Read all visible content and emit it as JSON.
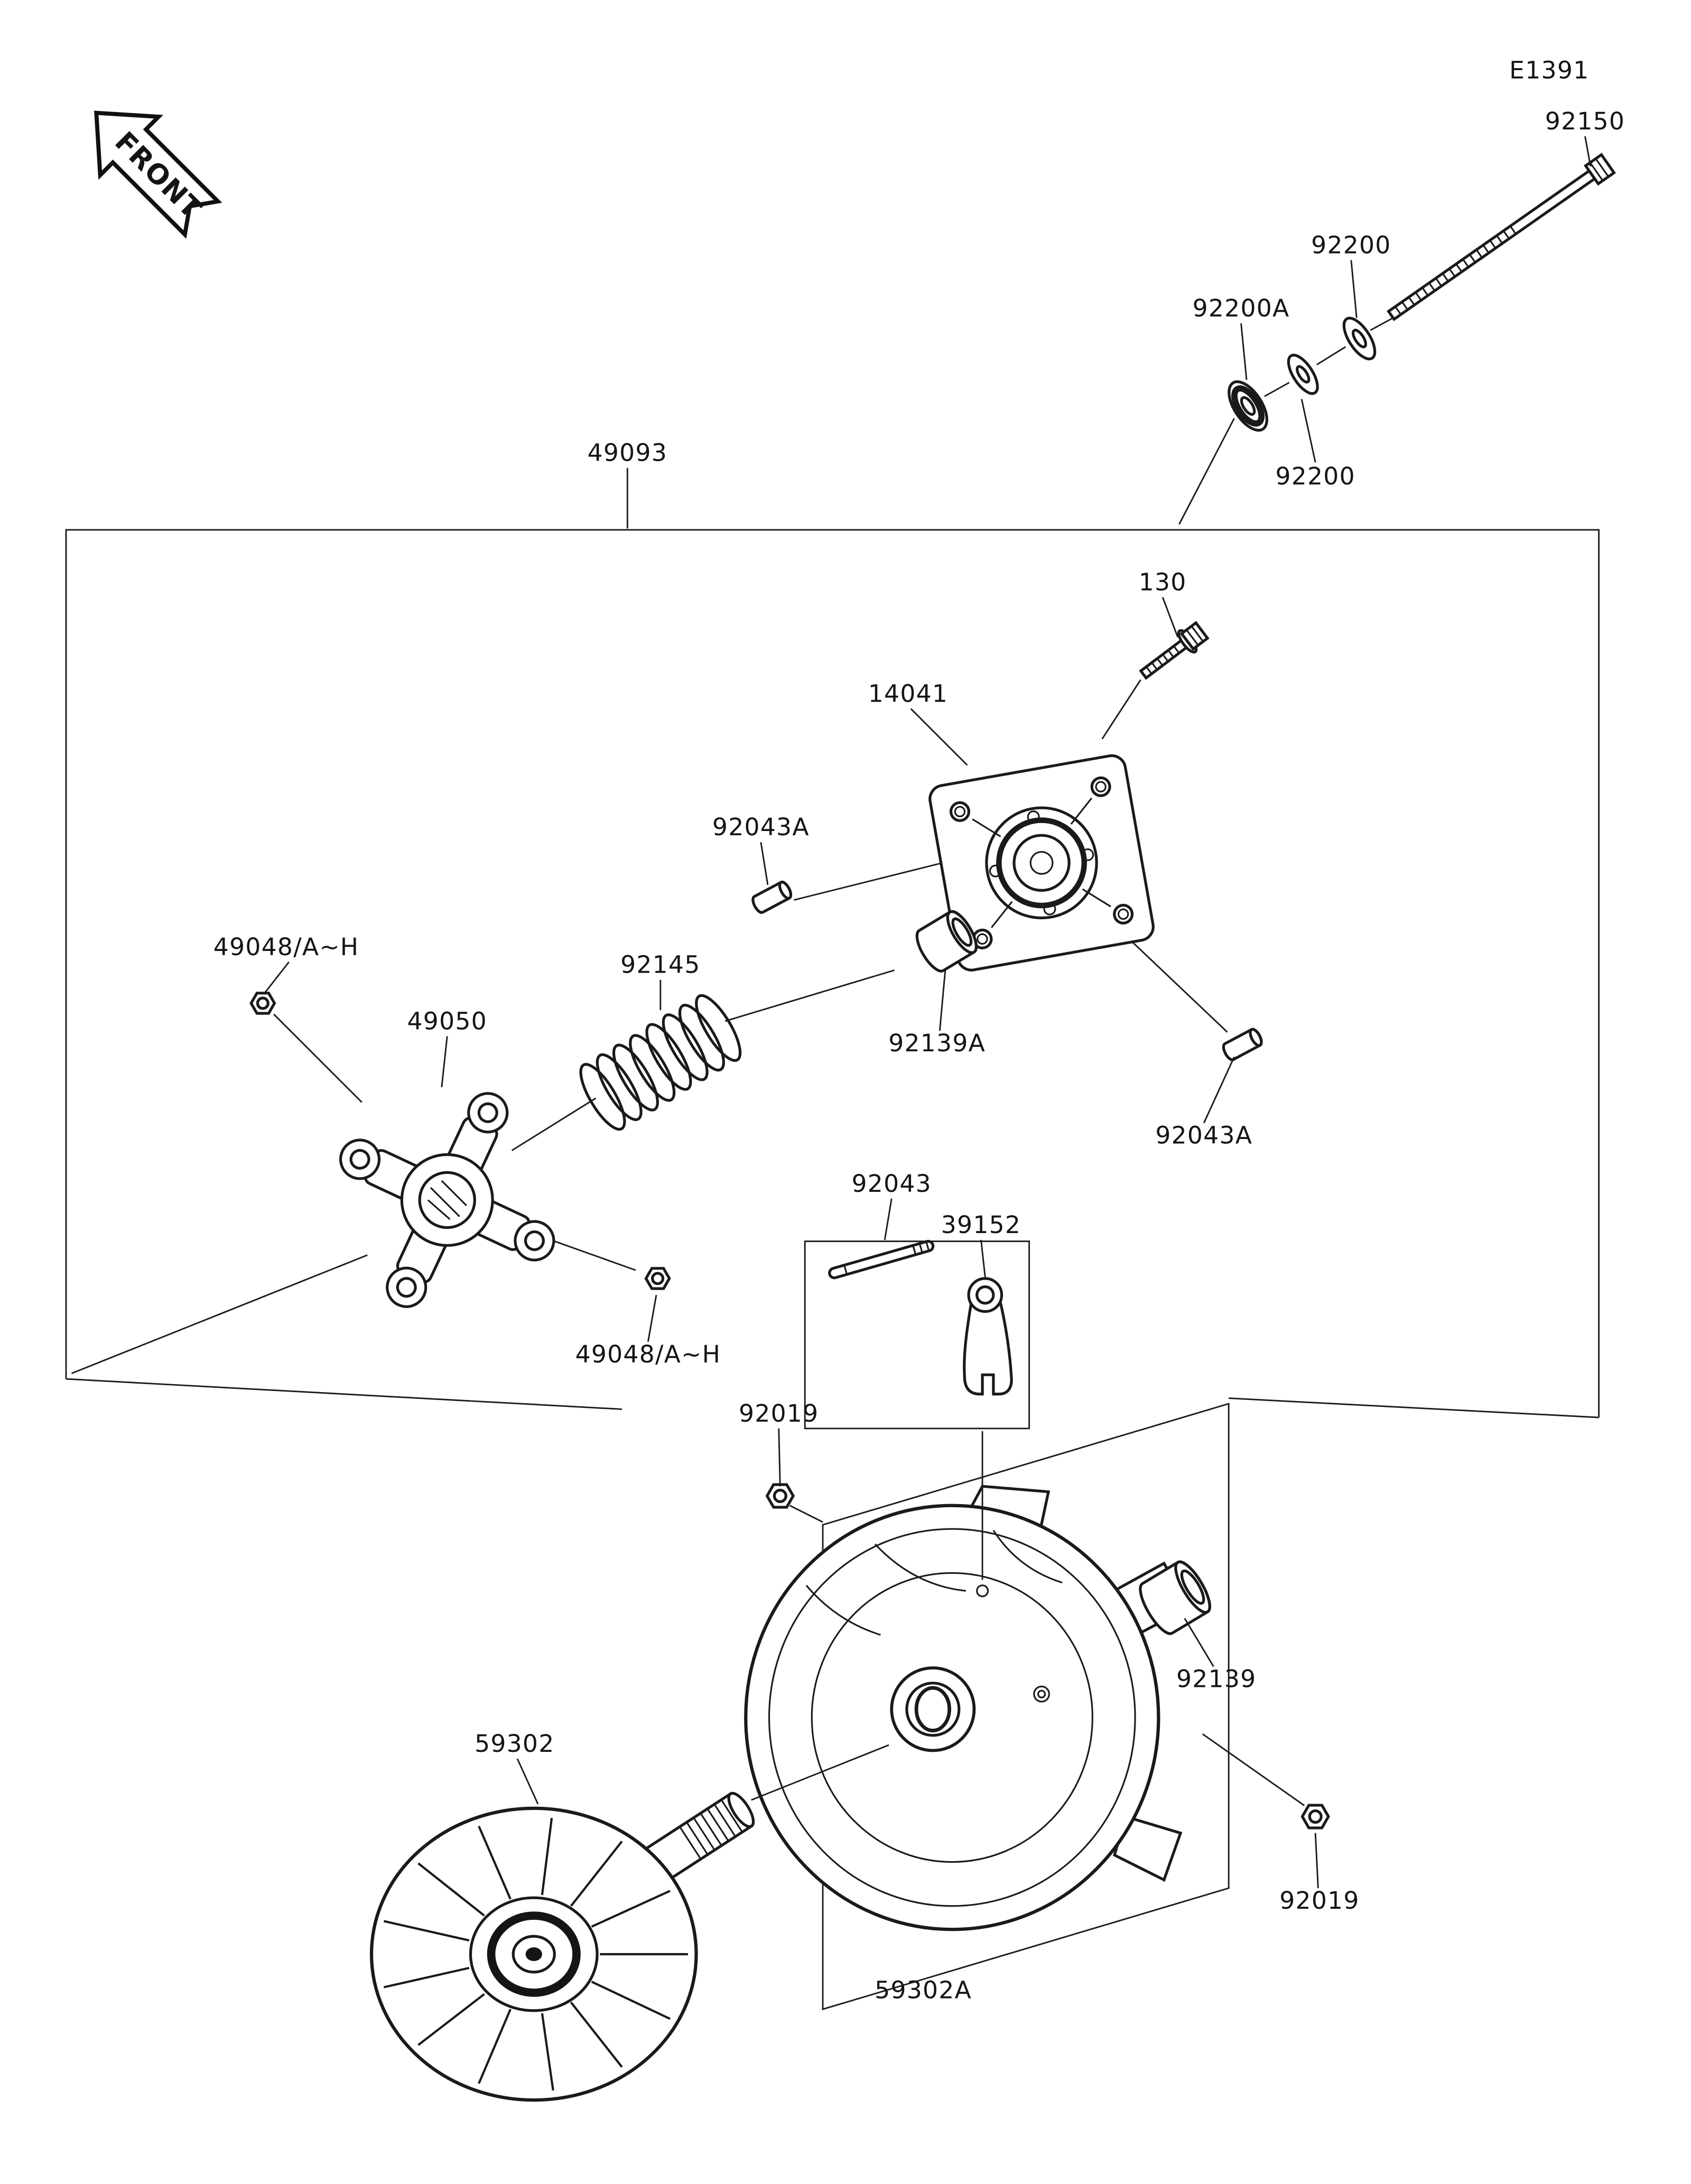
{
  "page": {
    "background": "#ffffff",
    "line_color": "#1a1a1a",
    "code": "E1391"
  },
  "front_marker": {
    "label": "FRONT"
  },
  "callouts": [
    {
      "text": "92150"
    },
    {
      "text": "92200"
    },
    {
      "text": "92200A"
    },
    {
      "text": "92200"
    },
    {
      "text": "49093"
    },
    {
      "text": "130"
    },
    {
      "text": "14041"
    },
    {
      "text": "92043A"
    },
    {
      "text": "92145"
    },
    {
      "text": "92139A"
    },
    {
      "text": "92043A"
    },
    {
      "text": "49048/A~H"
    },
    {
      "text": "49050"
    },
    {
      "text": "49048/A~H"
    },
    {
      "text": "92043"
    },
    {
      "text": "39152"
    },
    {
      "text": "92019"
    },
    {
      "text": "92139"
    },
    {
      "text": "59302"
    },
    {
      "text": "92019"
    },
    {
      "text": "59302A"
    }
  ]
}
